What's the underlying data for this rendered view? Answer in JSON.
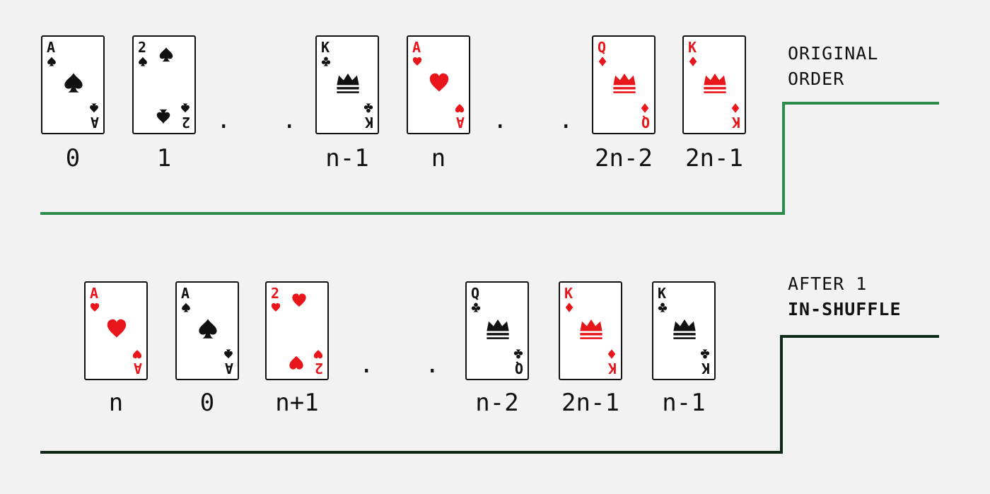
{
  "top": {
    "title_line1": "ORIGINAL",
    "title_line2": "ORDER",
    "line_color": "#2e8b4e",
    "cards": [
      {
        "rank": "A",
        "suit": "spade",
        "color": "#111111",
        "label": "0",
        "center": "pip-large"
      },
      {
        "rank": "2",
        "suit": "spade",
        "color": "#111111",
        "label": "1",
        "center": "pip-two"
      },
      {
        "rank": "K",
        "suit": "club",
        "color": "#111111",
        "label": "n-1",
        "center": "crown"
      },
      {
        "rank": "A",
        "suit": "heart",
        "color": "#e8161b",
        "label": "n",
        "center": "pip-large"
      },
      {
        "rank": "Q",
        "suit": "diamond",
        "color": "#e8161b",
        "label": "2n-2",
        "center": "crown"
      },
      {
        "rank": "K",
        "suit": "diamond",
        "color": "#e8161b",
        "label": "2n-1",
        "center": "crown"
      }
    ],
    "ellipses": [
      ". . .",
      ". . ."
    ]
  },
  "bottom": {
    "title_line1": "AFTER 1",
    "title_line2": "IN-SHUFFLE",
    "line_color": "#0d2a18",
    "cards": [
      {
        "rank": "A",
        "suit": "heart",
        "color": "#e8161b",
        "label": "n",
        "center": "pip-large"
      },
      {
        "rank": "A",
        "suit": "spade",
        "color": "#111111",
        "label": "0",
        "center": "pip-large"
      },
      {
        "rank": "2",
        "suit": "heart",
        "color": "#e8161b",
        "label": "n+1",
        "center": "pip-two"
      },
      {
        "rank": "Q",
        "suit": "club",
        "color": "#111111",
        "label": "n-2",
        "center": "crown"
      },
      {
        "rank": "K",
        "suit": "diamond",
        "color": "#e8161b",
        "label": "2n-1",
        "center": "crown"
      },
      {
        "rank": "K",
        "suit": "club",
        "color": "#111111",
        "label": "n-1",
        "center": "crown"
      }
    ],
    "ellipses": [
      ". . ."
    ]
  }
}
